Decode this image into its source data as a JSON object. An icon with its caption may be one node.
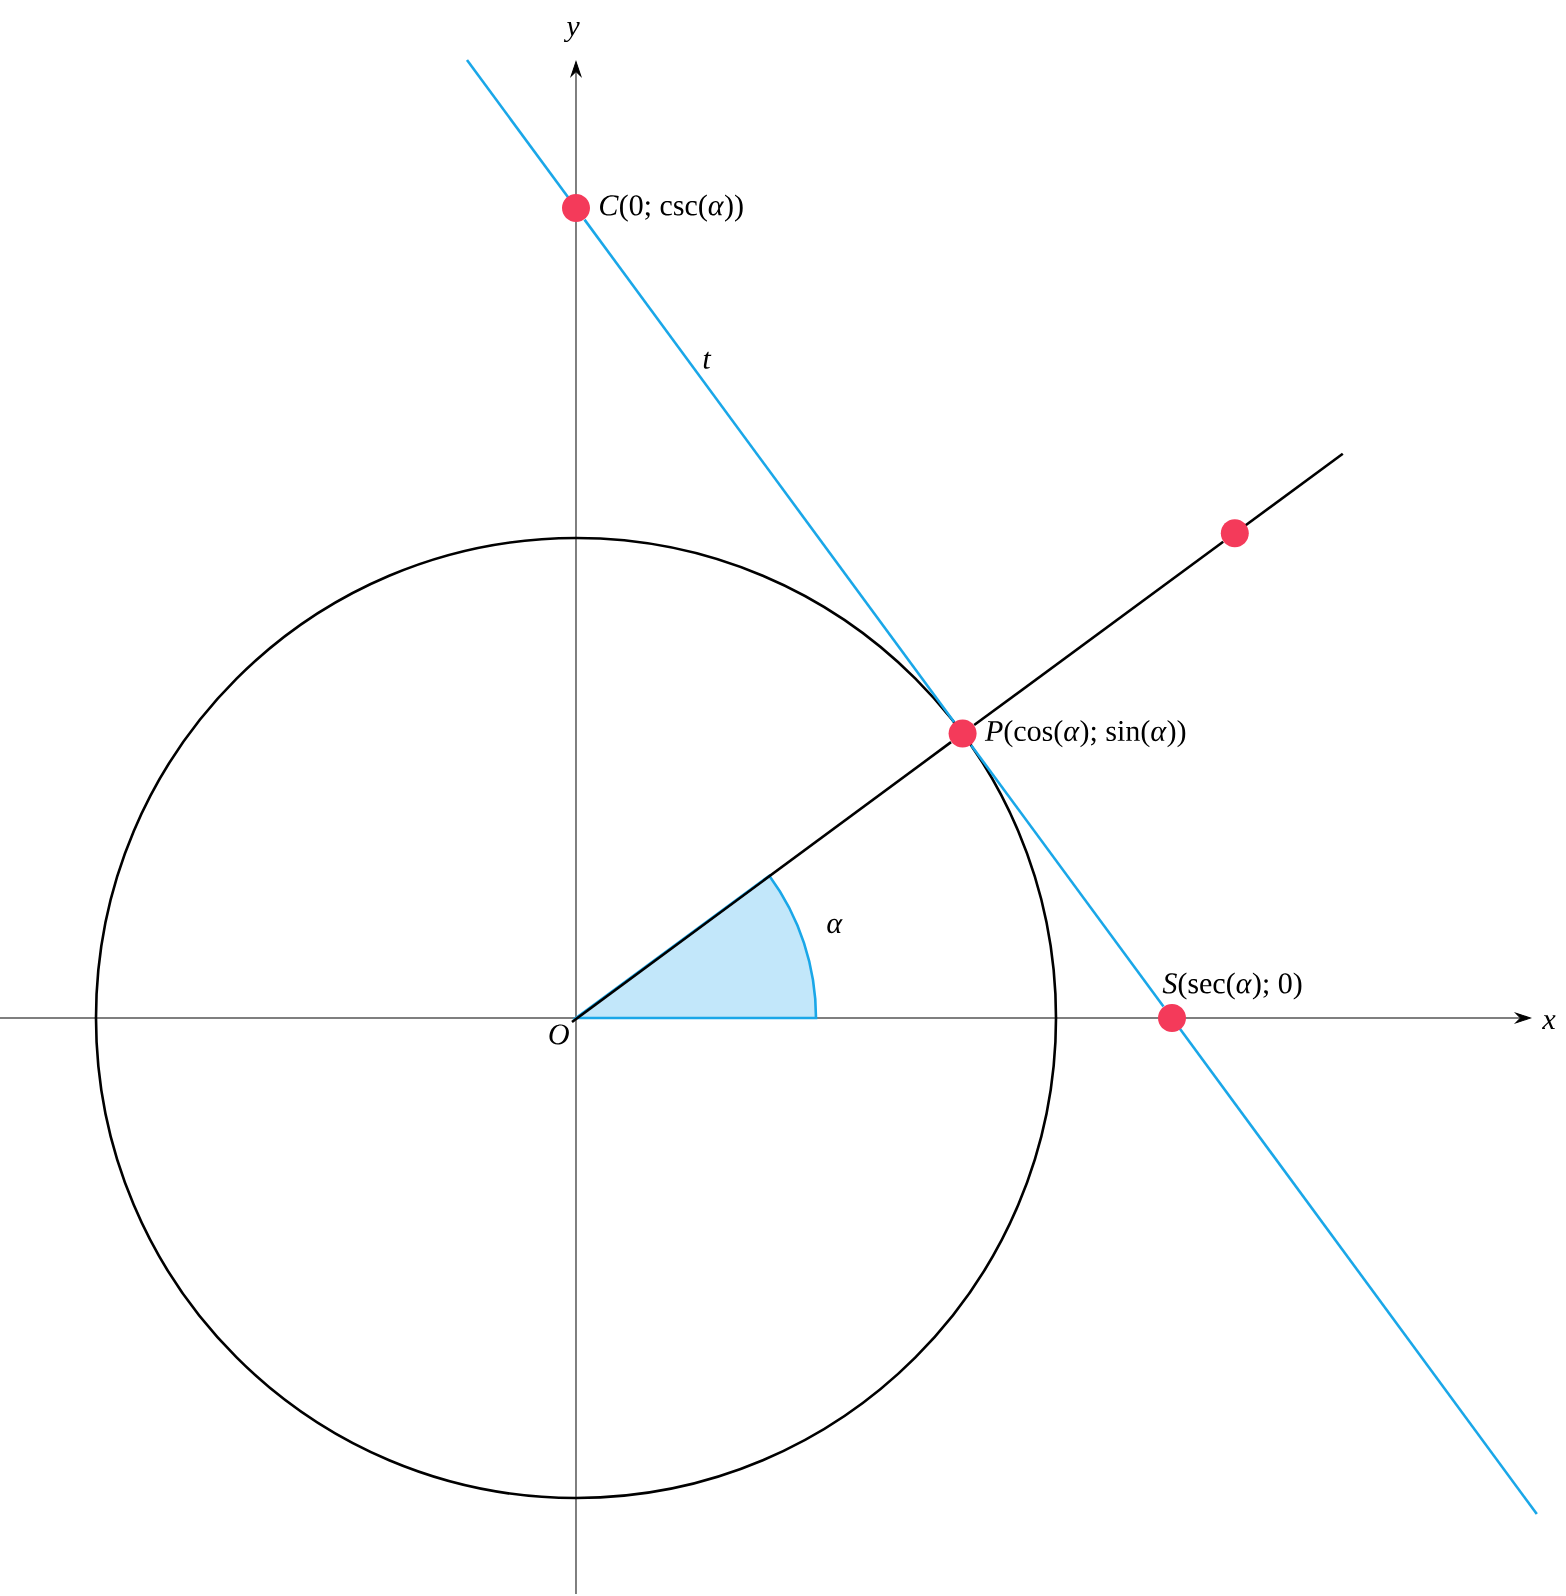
{
  "diagram": {
    "nodes": [
      {
        "text": [
          "O"
        ]
      },
      {
        "text": [],
        "shape": "circle",
        "beside": [
          "*C*(0; csc(*α*))"
        ]
      },
      {
        "text": [],
        "shape": "circle",
        "beside": [
          "*P*(cos(*α*); sin(*α*))"
        ]
      },
      {
        "text": [],
        "shape": "circle",
        "beside": [
          "*S*(sec(*α*); 0)"
        ]
      },
      {
        "text": [],
        "shape": "circle"
      }
    ],
    "edges": [
      {
        "from": 0,
        "to": 2,
        "arrow": "none"
      },
      {
        "from": 2,
        "to": 4,
        "arrow": "none"
      },
      {
        "from": 1,
        "to": 2,
        "arrow": "none",
        "label": "t",
        "color": "#1aa7e8"
      },
      {
        "from": 2,
        "to": 3,
        "arrow": "none",
        "color": "#1aa7e8"
      }
    ],
    "labels": [
      "y",
      "x",
      "α"
    ]
  }
}
